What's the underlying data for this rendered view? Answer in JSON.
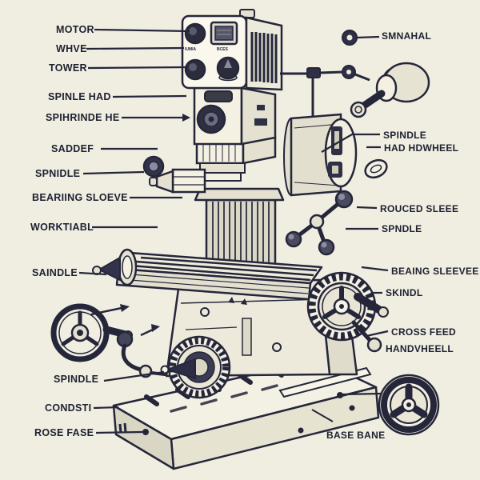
{
  "diagram_subject": "vertical milling machine parts diagram",
  "colors": {
    "background": "#f0eee1",
    "ink": "#25263a",
    "label_text": "#1d2030",
    "metal_light": "#f4f1e3",
    "metal_mid": "#e4e1d0",
    "metal_dark": "#2f3046"
  },
  "labels": [
    {
      "side": "left",
      "text": "MOTOR"
    },
    {
      "side": "left",
      "text": "WHVE"
    },
    {
      "side": "left",
      "text": "TOWER"
    },
    {
      "side": "left",
      "text": "SPINLE HAD"
    },
    {
      "side": "left",
      "text": "SPIHRINDE HE"
    },
    {
      "side": "left",
      "text": "SADDEF"
    },
    {
      "side": "left",
      "text": "SPNIDLE"
    },
    {
      "side": "left",
      "text": "BEARIING SLOEVE"
    },
    {
      "side": "left",
      "text": "WORKTIABL"
    },
    {
      "side": "left",
      "text": "SAINDLE"
    },
    {
      "side": "left",
      "text": "SPINDLE"
    },
    {
      "side": "left",
      "text": "CONDSTI"
    },
    {
      "side": "left",
      "text": "ROSE FASE"
    },
    {
      "side": "right",
      "text": "SMNAHAL"
    },
    {
      "side": "right",
      "text": "SPINDLE"
    },
    {
      "side": "right",
      "text": "HAD HDWHEEL"
    },
    {
      "side": "right",
      "text": "ROUCED SLEEE"
    },
    {
      "side": "right",
      "text": "SPNDLE"
    },
    {
      "side": "right",
      "text": "BEAING SLEEVEE"
    },
    {
      "side": "right",
      "text": "SKINDL"
    },
    {
      "side": "right",
      "text": "CROSS FEED"
    },
    {
      "side": "right",
      "text": "HANDVHEELL"
    },
    {
      "side": "right",
      "text": "BASE BANE"
    }
  ],
  "panel_markings": [
    "IUMIA",
    "BCES"
  ]
}
